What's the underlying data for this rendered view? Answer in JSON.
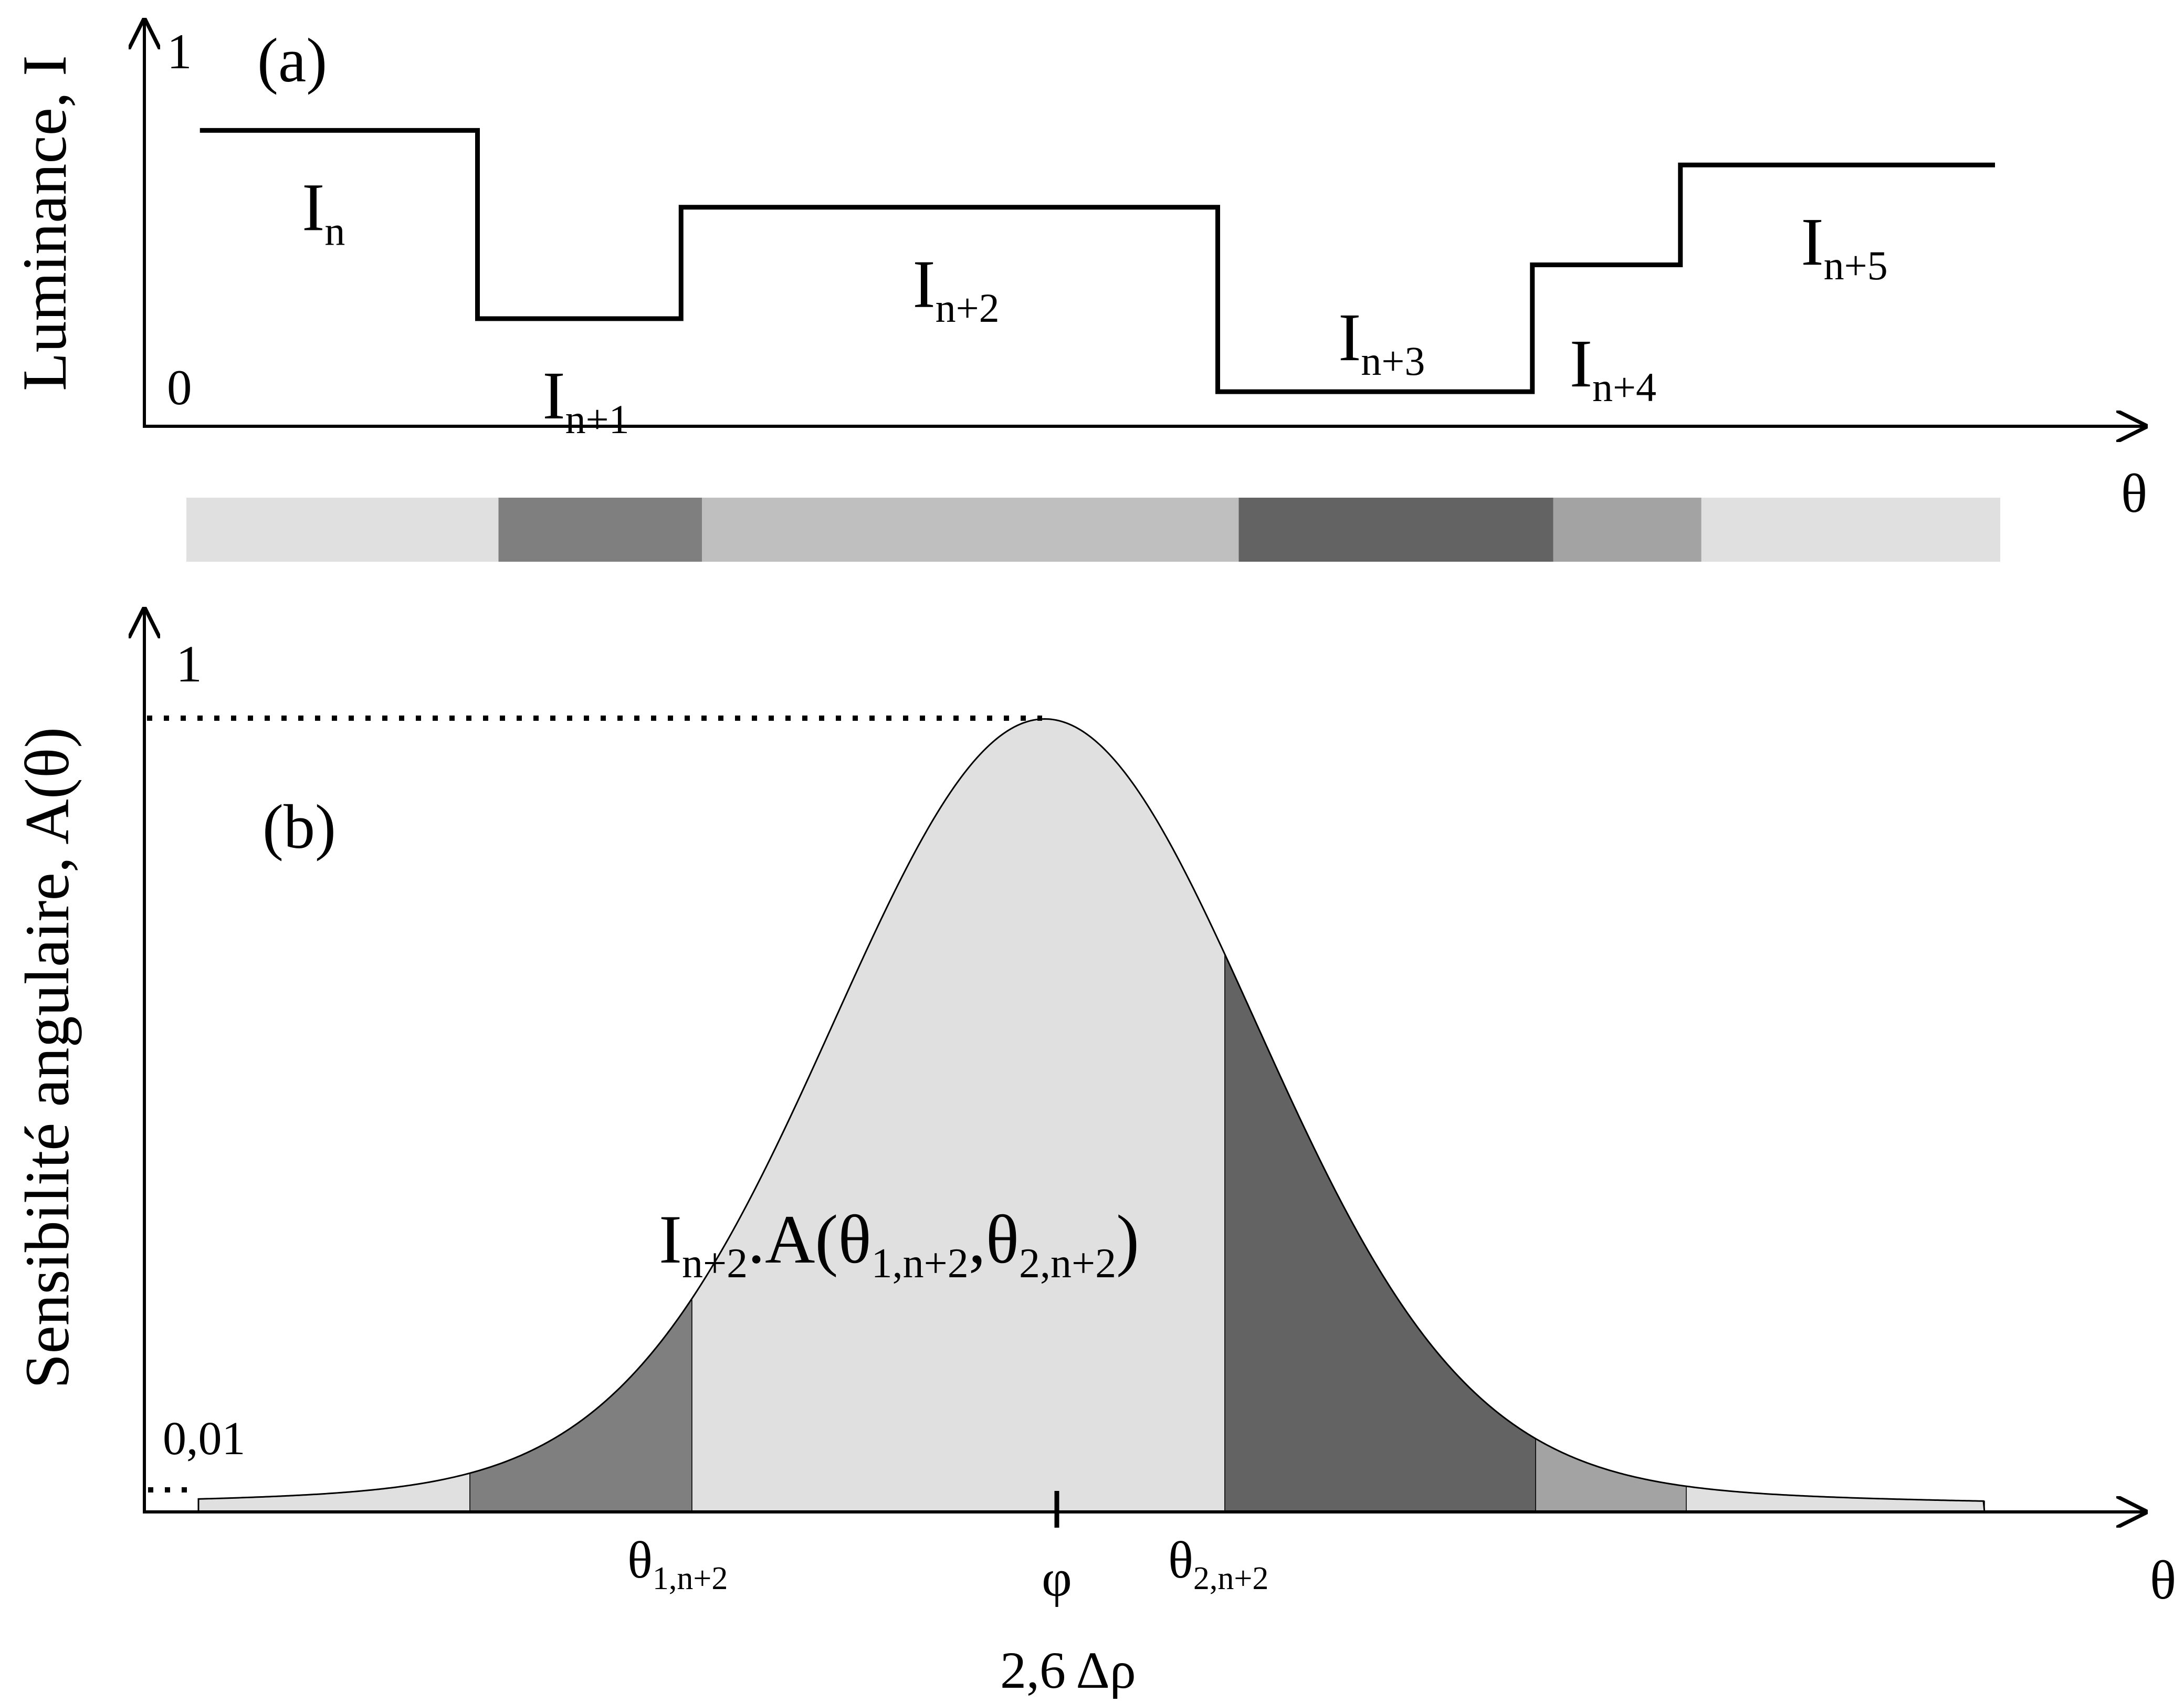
{
  "panel_a": {
    "label": "(a)",
    "ylabel": "Luminance, I",
    "y_top_tick": "1",
    "y_bottom_tick": "0",
    "xlabel": "θ",
    "segments": [
      {
        "label": "I",
        "sub": "n",
        "level": 0.77,
        "from": 0.03,
        "to": 0.18,
        "shade": "#e0e0e0"
      },
      {
        "label": "I",
        "sub": "n+1",
        "level": 0.28,
        "from": 0.18,
        "to": 0.29,
        "shade": "#7f7f7f"
      },
      {
        "label": "I",
        "sub": "n+2",
        "level": 0.57,
        "from": 0.29,
        "to": 0.58,
        "shade": "#bfbfbf"
      },
      {
        "label": "I",
        "sub": "n+3",
        "level": 0.09,
        "from": 0.58,
        "to": 0.75,
        "shade": "#636363"
      },
      {
        "label": "I",
        "sub": "n+4",
        "level": 0.42,
        "from": 0.75,
        "to": 0.83,
        "shade": "#a3a3a3"
      },
      {
        "label": "I",
        "sub": "n+5",
        "level": 0.68,
        "from": 0.83,
        "to": 1.0,
        "shade": "#e0e0e0"
      }
    ]
  },
  "panel_b": {
    "label": "(b)",
    "ylabel": "Sensibilité angulaire, A(θ)",
    "y_top_tick": "1",
    "y_low_tick": "0,01",
    "xlabel": "θ",
    "theta1_label": "θ",
    "theta1_sub": "1,n+2",
    "phi_label": "φ",
    "theta2_label": "θ",
    "theta2_sub": "2,n+2",
    "width_label": "2,6 Δρ",
    "area_label": {
      "I": "I",
      "I_sub": "n+2",
      "mid": ".A(θ",
      "sub1": "1,n+2",
      "comma": ",θ",
      "sub2": "2,n+2",
      "close": ")"
    }
  }
}
